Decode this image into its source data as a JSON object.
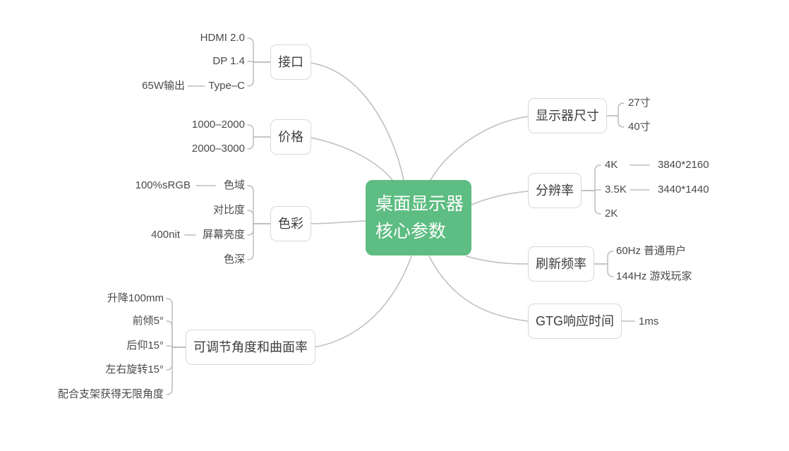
{
  "root": {
    "line1": "桌面显示器",
    "line2": "核心参数"
  },
  "left": {
    "interface": {
      "label": "接口",
      "hdmi": "HDMI 2.0",
      "dp": "DP 1.4",
      "typec": "Type–C",
      "typec_detail": "65W输出"
    },
    "price": {
      "label": "价格",
      "range1": "1000–2000",
      "range2": "2000–3000"
    },
    "color": {
      "label": "色彩",
      "gamut": "色域",
      "gamut_detail": "100%sRGB",
      "contrast": "对比度",
      "brightness": "屏幕亮度",
      "brightness_detail": "400nit",
      "depth": "色深"
    },
    "adjust": {
      "label": "可调节角度和曲面率",
      "lift": "升降100mm",
      "tilt_forward": "前倾5°",
      "tilt_back": "后仰15°",
      "swivel": "左右旋转15°",
      "stand": "配合支架获得无限角度"
    }
  },
  "right": {
    "size": {
      "label": "显示器尺寸",
      "inch27": "27寸",
      "inch40": "40寸"
    },
    "resolution": {
      "label": "分辨率",
      "k4": "4K",
      "k4_value": "3840*2160",
      "k35": "3.5K",
      "k35_value": "3440*1440",
      "k2": "2K"
    },
    "refresh": {
      "label": "刷新频率",
      "hz60": "60Hz 普通用户",
      "hz144": "144Hz 游戏玩家"
    },
    "response": {
      "label": "GTG响应时间",
      "value": "1ms"
    }
  },
  "colors": {
    "accent_green": "#5ebd82",
    "connector_line": "#bdbdbd",
    "node_border": "#d8d8d8",
    "node_text": "#3d3d3d",
    "center_text": "#ffffff",
    "background": "#ffffff"
  }
}
